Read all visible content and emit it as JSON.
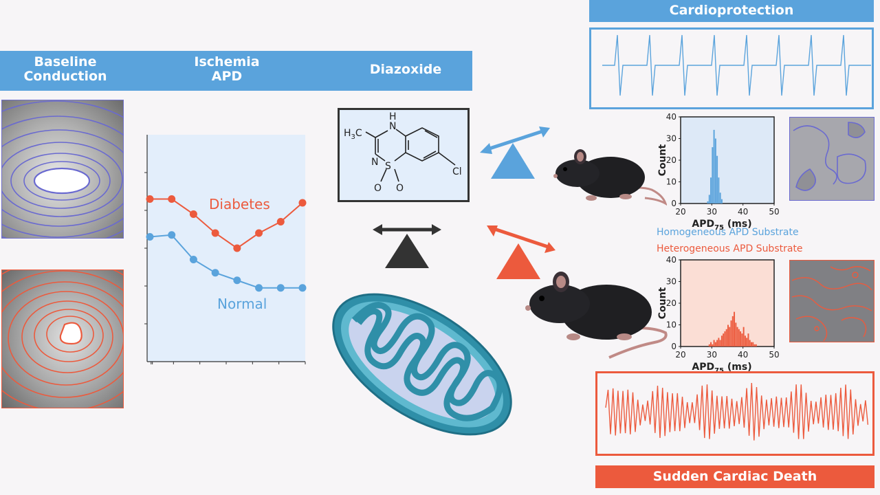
{
  "header": {
    "baseline": "Baseline\nConduction",
    "ischemia": "Ischemia\nAPD",
    "diazoxide": "Diazoxide"
  },
  "cardioprotection": "Cardioprotection",
  "sudden_death": "Sudden Cardiac Death",
  "molecule": {
    "h3c": "H",
    "h3c_sub": "3",
    "h3c_c": "C",
    "nh": "N",
    "h": "H",
    "n": "N",
    "s": "S",
    "o1": "O",
    "o2": "O",
    "cl": "Cl"
  },
  "substrates": {
    "homogeneous": "Homogeneous APD Substrate",
    "heterogeneous": "Heterogeneous APD Substrate"
  },
  "colors": {
    "blue": "#5aa3dc",
    "red": "#ec5a3d",
    "dark": "#333333"
  },
  "chart_data": [
    {
      "type": "line",
      "series": [
        {
          "name": "Diabetes",
          "values": [
            4.3,
            4.3,
            3.9,
            3.4,
            3.0,
            3.4,
            3.7,
            4.2
          ],
          "color": "#ec5a3d"
        },
        {
          "name": "Normal",
          "values": [
            3.3,
            3.35,
            2.7,
            2.35,
            2.15,
            1.95,
            1.95,
            1.95
          ],
          "color": "#5aa3dc"
        }
      ],
      "x": [
        0,
        1,
        2,
        3,
        4,
        5,
        6,
        7
      ],
      "ylim": [
        0,
        6
      ],
      "title": "",
      "xlabel": "",
      "ylabel": ""
    },
    {
      "type": "bar",
      "title": "",
      "xlabel": "APD",
      "xlabel_sub": "75",
      "xlabel_unit": "(ms)",
      "ylabel": "Count",
      "xlim": [
        20,
        50
      ],
      "ylim": [
        0,
        40
      ],
      "xticks": [
        20,
        30,
        40,
        50
      ],
      "yticks": [
        0,
        10,
        20,
        30,
        40
      ],
      "color": "#5aa3dc",
      "bins": [
        28.5,
        29,
        29.5,
        30,
        30.5,
        31,
        31.5,
        32,
        32.5,
        33
      ],
      "values": [
        1,
        4,
        12,
        26,
        34,
        30,
        22,
        12,
        5,
        2
      ]
    },
    {
      "type": "bar",
      "title": "",
      "xlabel": "APD",
      "xlabel_sub": "75",
      "xlabel_unit": "(ms)",
      "ylabel": "Count",
      "xlim": [
        20,
        50
      ],
      "ylim": [
        0,
        40
      ],
      "xticks": [
        20,
        30,
        40,
        50
      ],
      "yticks": [
        0,
        10,
        20,
        30,
        40
      ],
      "color": "#ec5a3d",
      "bins": [
        29,
        29.5,
        30,
        30.5,
        31,
        31.5,
        32,
        32.5,
        33,
        33.5,
        34,
        34.5,
        35,
        35.5,
        36,
        36.5,
        37,
        37.5,
        38,
        38.5,
        39,
        39.5,
        40,
        40.5,
        41,
        41.5,
        42,
        42.5,
        43,
        43.5,
        44
      ],
      "values": [
        1,
        2,
        1,
        3,
        2,
        3,
        4,
        3,
        5,
        6,
        7,
        8,
        10,
        9,
        12,
        14,
        16,
        11,
        9,
        8,
        7,
        6,
        9,
        5,
        4,
        6,
        3,
        2,
        2,
        1,
        1
      ]
    }
  ]
}
